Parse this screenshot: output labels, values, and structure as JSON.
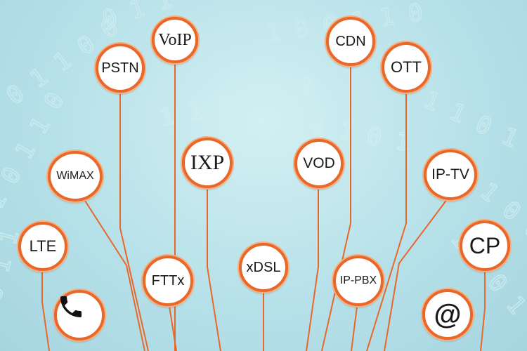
{
  "diagram": {
    "accent_color": "#e8672a",
    "nodes": [
      {
        "id": "voip",
        "label": "VoIP"
      },
      {
        "id": "pstn",
        "label": "PSTN"
      },
      {
        "id": "cdn",
        "label": "CDN"
      },
      {
        "id": "ott",
        "label": "OTT"
      },
      {
        "id": "wimax",
        "label": "WiMAX"
      },
      {
        "id": "ixp",
        "label": "IXP"
      },
      {
        "id": "vod",
        "label": "VOD"
      },
      {
        "id": "iptv",
        "label": "IP-TV"
      },
      {
        "id": "lte",
        "label": "LTE"
      },
      {
        "id": "cp",
        "label": "CP"
      },
      {
        "id": "xdsl",
        "label": "xDSL"
      },
      {
        "id": "fttx",
        "label": "FTTx"
      },
      {
        "id": "ippbx",
        "label": "IP-PBX"
      },
      {
        "id": "phone",
        "icon": "phone-icon"
      },
      {
        "id": "at",
        "label": "@"
      }
    ]
  }
}
